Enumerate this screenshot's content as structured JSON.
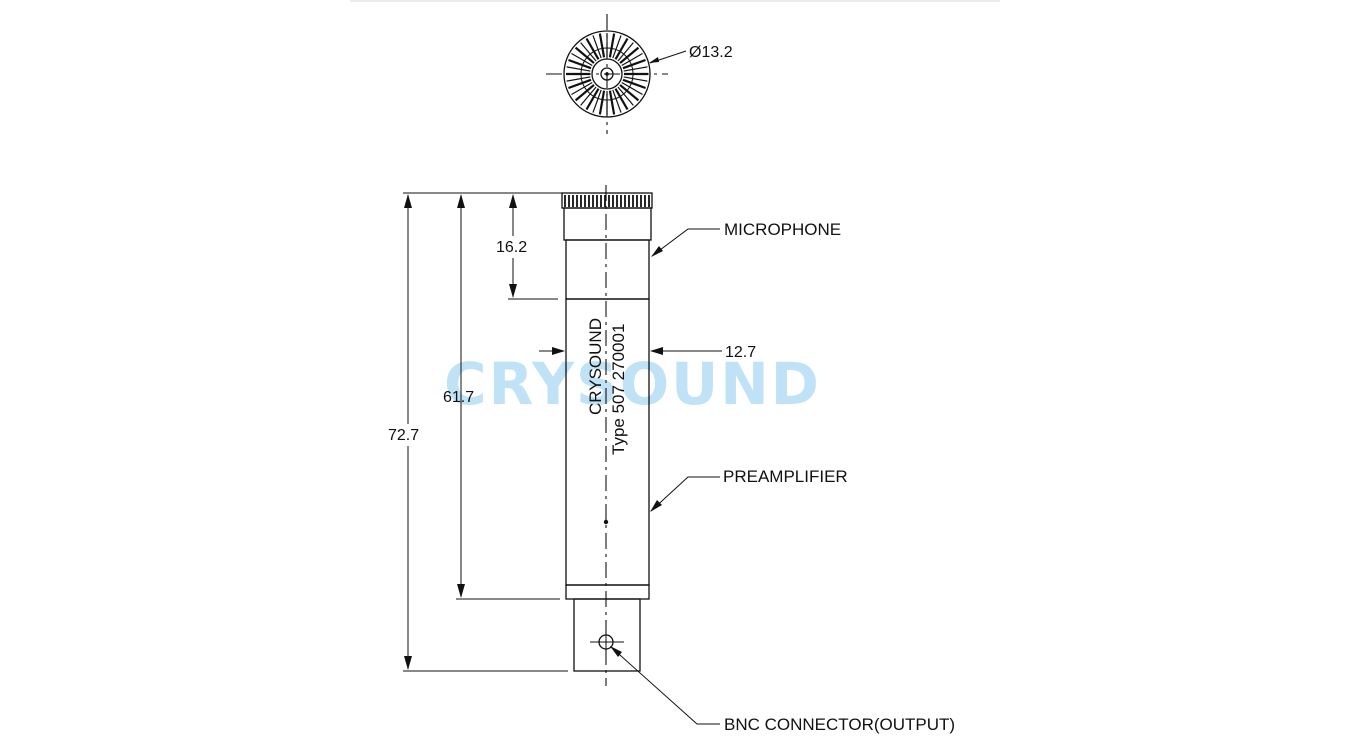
{
  "watermark": "CRYSOUND",
  "dimensions": {
    "diameter": "Ø13.2",
    "overall_length": "72.7",
    "body_length": "61.7",
    "microphone_length": "16.2",
    "body_diameter": "12.7"
  },
  "callouts": {
    "microphone": "MICROPHONE",
    "preamplifier": "PREAMPLIFIER",
    "bnc": "BNC CONNECTOR(OUTPUT)"
  },
  "engraving": {
    "brand": "CRYSOUND",
    "model": "Type 507  270001"
  },
  "colors": {
    "line": "#111111",
    "watermark": "#bfe2f6",
    "background": "#ffffff"
  }
}
